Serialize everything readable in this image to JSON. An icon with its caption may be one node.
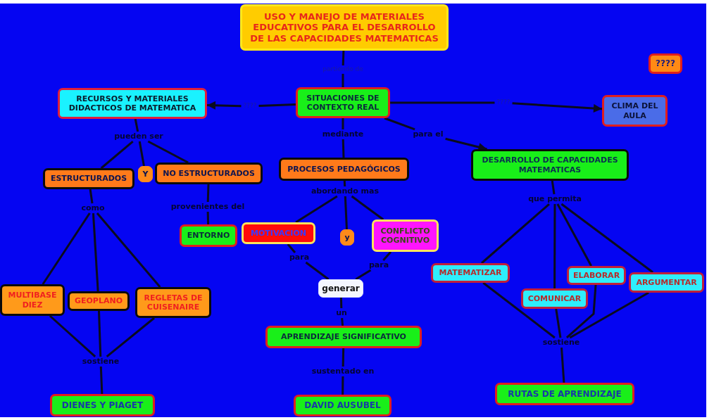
{
  "diagram": {
    "nodes": [
      {
        "text": [
          "USO Y MANEJO DE MATERIALES EDUCATIVOS PARA EL DESARROLLO DE LAS CAPACIDADES MATEMATICAS"
        ]
      },
      {
        "text": [
          "????"
        ]
      },
      {
        "text": [
          "partiendo de"
        ]
      },
      {
        "text": [
          "RECURSOS Y MATERIALES DIDACTICOS DE MATEMATICA"
        ]
      },
      {
        "text": [
          "????"
        ]
      },
      {
        "text": [
          "SITUACIONES DE CONTEXTO REAL"
        ]
      },
      {
        "text": [
          "????"
        ]
      },
      {
        "text": [
          "CLIMA DEL AULA"
        ]
      },
      {
        "text": [
          "pueden ser"
        ]
      },
      {
        "text": [
          "mediante"
        ]
      },
      {
        "text": [
          "para el"
        ]
      },
      {
        "text": [
          "ESTRUCTURADOS"
        ]
      },
      {
        "text": [
          "Y"
        ]
      },
      {
        "text": [
          "NO ESTRUCTURADOS"
        ]
      },
      {
        "text": [
          "PROCESOS PEDAGÓGICOS"
        ]
      },
      {
        "text": [
          "DESARROLLO DE CAPACIDADES MATEMATICAS"
        ]
      },
      {
        "text": [
          "abordando mas"
        ]
      },
      {
        "text": [
          "que permita"
        ]
      },
      {
        "text": [
          "provenientes del"
        ]
      },
      {
        "text": [
          "como"
        ]
      },
      {
        "text": [
          "ENTORNO"
        ]
      },
      {
        "text": [
          "MOTIVACION"
        ]
      },
      {
        "text": [
          "y"
        ]
      },
      {
        "text": [
          "CONFLICTO COGNITIVO"
        ]
      },
      {
        "text": [
          "para"
        ]
      },
      {
        "text": [
          "para"
        ]
      },
      {
        "text": [
          "MATEMATIZAR"
        ]
      },
      {
        "text": [
          "ELABORAR"
        ]
      },
      {
        "text": [
          "ARGUMENTAR"
        ]
      },
      {
        "text": [
          "MULTIBASE DIEZ"
        ]
      },
      {
        "text": [
          "GEOPLANO"
        ]
      },
      {
        "text": [
          "REGLETAS DE CUISENAIRE"
        ]
      },
      {
        "text": [
          "generar"
        ]
      },
      {
        "text": [
          "COMUNICAR"
        ]
      },
      {
        "text": [
          "un"
        ]
      },
      {
        "text": [
          "APRENDIZAJE SIGNIFICATIVO"
        ]
      },
      {
        "text": [
          "sostiene"
        ]
      },
      {
        "text": [
          "sostiene"
        ]
      },
      {
        "text": [
          "sustentado en"
        ]
      },
      {
        "text": [
          "RUTAS DE APRENDIZAJE"
        ]
      },
      {
        "text": [
          "DIENES Y PIAGET"
        ]
      },
      {
        "text": [
          "DAVID AUSUBEL"
        ]
      }
    ],
    "edges": [
      {
        "from": 0,
        "to": 2,
        "arrow": "none"
      },
      {
        "from": 2,
        "to": 5,
        "arrow": "none"
      },
      {
        "from": 5,
        "to": 4,
        "arrow": "none"
      },
      {
        "from": 4,
        "to": 3,
        "arrow": "to"
      },
      {
        "from": 5,
        "to": 6,
        "arrow": "none"
      },
      {
        "from": 6,
        "to": 7,
        "arrow": "to"
      },
      {
        "from": 5,
        "to": 9,
        "arrow": "none"
      },
      {
        "from": 9,
        "to": 14,
        "arrow": "none"
      },
      {
        "from": 5,
        "to": 10,
        "arrow": "none"
      },
      {
        "from": 10,
        "to": 15,
        "arrow": "to"
      },
      {
        "from": 3,
        "to": 8,
        "arrow": "none"
      },
      {
        "from": 8,
        "to": 11,
        "arrow": "none"
      },
      {
        "from": 8,
        "to": 12,
        "arrow": "none"
      },
      {
        "from": 8,
        "to": 13,
        "arrow": "none"
      },
      {
        "from": 11,
        "to": 19,
        "arrow": "none"
      },
      {
        "from": 13,
        "to": 18,
        "arrow": "none"
      },
      {
        "from": 18,
        "to": 20,
        "arrow": "none"
      },
      {
        "from": 14,
        "to": 16,
        "arrow": "none"
      },
      {
        "from": 16,
        "to": 21,
        "arrow": "none"
      },
      {
        "from": 16,
        "to": 22,
        "arrow": "none"
      },
      {
        "from": 16,
        "to": 23,
        "arrow": "none"
      },
      {
        "from": 15,
        "to": 17,
        "arrow": "none"
      },
      {
        "from": 19,
        "to": 29,
        "arrow": "none"
      },
      {
        "from": 19,
        "to": 30,
        "arrow": "none"
      },
      {
        "from": 19,
        "to": 31,
        "arrow": "none"
      },
      {
        "from": 21,
        "to": 24,
        "arrow": "none"
      },
      {
        "from": 23,
        "to": 25,
        "arrow": "none"
      },
      {
        "from": 24,
        "to": 32,
        "arrow": "none"
      },
      {
        "from": 25,
        "to": 32,
        "arrow": "none"
      },
      {
        "from": 17,
        "to": 26,
        "arrow": "none"
      },
      {
        "from": 17,
        "to": 33,
        "arrow": "none"
      },
      {
        "from": 17,
        "to": 27,
        "arrow": "none"
      },
      {
        "from": 17,
        "to": 28,
        "arrow": "none"
      },
      {
        "from": 29,
        "to": 37,
        "arrow": "none"
      },
      {
        "from": 30,
        "to": 37,
        "arrow": "none"
      },
      {
        "from": 31,
        "to": 37,
        "arrow": "none"
      },
      {
        "from": 37,
        "to": 40,
        "arrow": "none"
      },
      {
        "from": 32,
        "to": 34,
        "arrow": "none"
      },
      {
        "from": 34,
        "to": 35,
        "arrow": "none"
      },
      {
        "from": 35,
        "to": 38,
        "arrow": "none"
      },
      {
        "from": 38,
        "to": 41,
        "arrow": "none"
      },
      {
        "from": 26,
        "to": 36,
        "arrow": "none"
      },
      {
        "from": 33,
        "to": 36,
        "arrow": "none"
      },
      {
        "from": 27,
        "to": 36,
        "arrow": "none"
      },
      {
        "from": 28,
        "to": 36,
        "arrow": "none"
      },
      {
        "from": 36,
        "to": 39,
        "arrow": "none"
      }
    ]
  }
}
